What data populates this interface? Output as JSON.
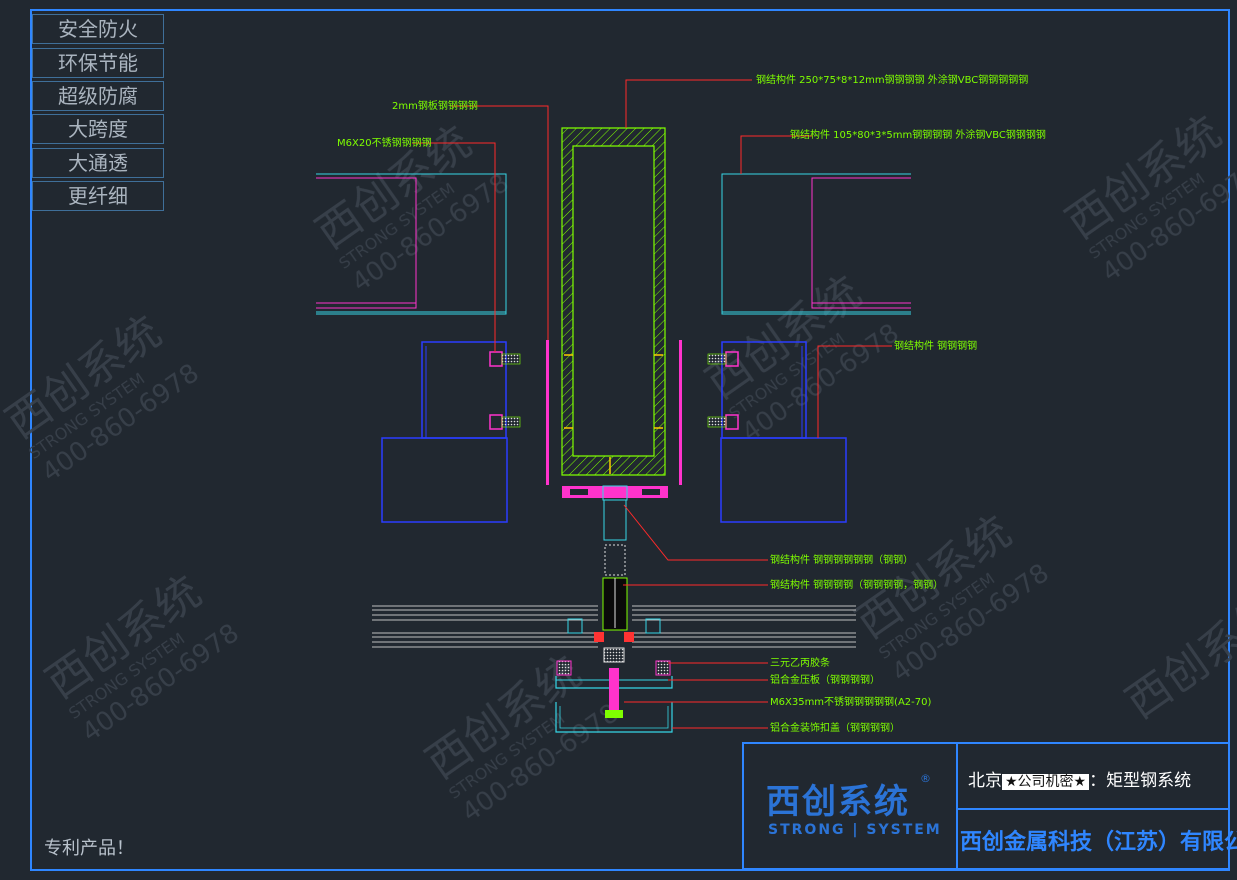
{
  "features": [
    "安全防火",
    "环保节能",
    "超级防腐",
    "大跨度",
    "大通透",
    "更纤细"
  ],
  "patent": "专利产品！",
  "watermark": {
    "brand": "西创系统",
    "latin": "STRONG SYSTEM",
    "phone": "400-860-6978"
  },
  "title_block": {
    "logo_main": "西创系统",
    "logo_reg": "®",
    "logo_sub": "STRONG | SYSTEM",
    "title_prefix": "北京",
    "title_badge": "★公司机密★",
    "title_suffix": "：矩型钢系统",
    "company": "西创金属科技（江苏）有限公司"
  },
  "labels": {
    "main_tube": "钢结构件 250*75*8*12mm钢钢钢钢 外涂钢VBC钢钢钢钢钢",
    "side_tube": "钢结构件 105*80*3*5mm钢钢钢钢 外涂钢VBC钢钢钢钢",
    "plate_2mm": "2mm钢板钢钢钢钢",
    "bolt_m6x20": "M6X20不锈钢钢钢钢",
    "bracket": "钢结构件 钢钢钢钢",
    "connector": "钢结构件 钢钢钢钢钢钢（钢钢）",
    "clamp": "钢结构件 钢钢钢钢（钢钢钢钢，钢钢）",
    "sealant": "三元乙丙胶条",
    "pressure_plate": "铝合金压板（钢钢钢钢）",
    "bolt_m6x35": "M6X35mm不锈钢钢钢钢钢(A2-70)",
    "cover": "铝合金装饰扣盖（钢钢钢钢）"
  }
}
